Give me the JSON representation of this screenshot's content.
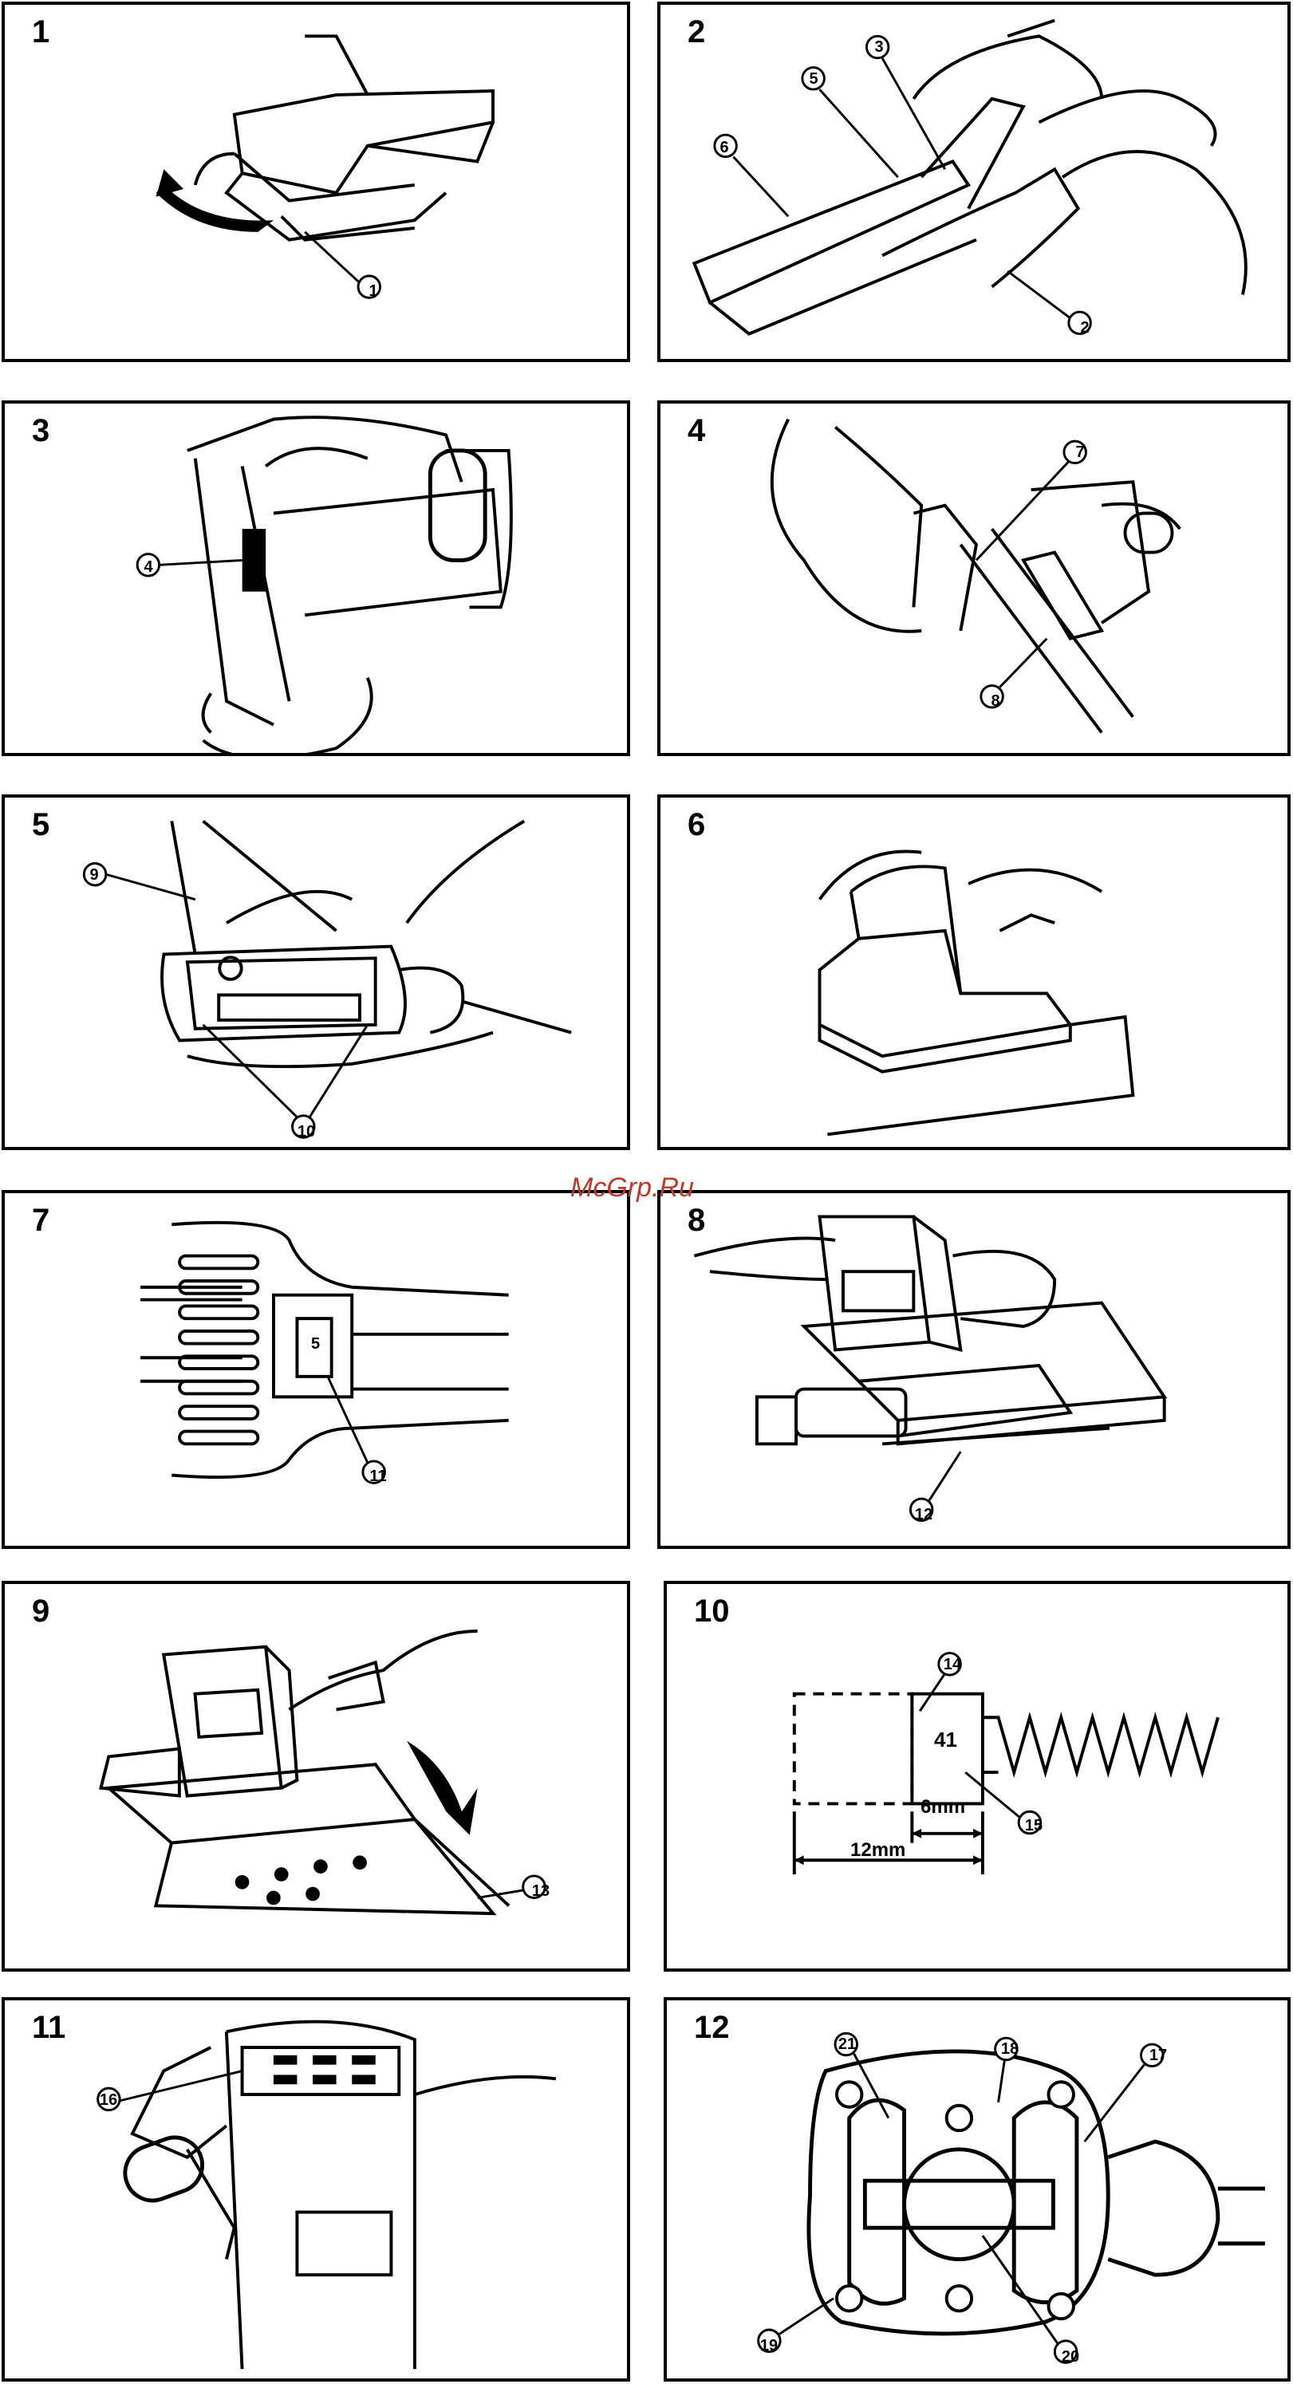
{
  "panels": [
    {
      "number": "1",
      "callouts": [
        "1"
      ]
    },
    {
      "number": "2",
      "callouts": [
        "3",
        "5",
        "6",
        "2"
      ]
    },
    {
      "number": "3",
      "callouts": [
        "4"
      ]
    },
    {
      "number": "4",
      "callouts": [
        "7",
        "8"
      ]
    },
    {
      "number": "5",
      "callouts": [
        "9",
        "10"
      ]
    },
    {
      "number": "6",
      "callouts": []
    },
    {
      "number": "7",
      "callouts": [
        "5",
        "11"
      ]
    },
    {
      "number": "8",
      "callouts": [
        "12"
      ]
    },
    {
      "number": "9",
      "callouts": [
        "13"
      ]
    },
    {
      "number": "10",
      "callouts": [
        "14",
        "15"
      ],
      "box_value": "41",
      "dim_small": "6mm",
      "dim_large": "12mm"
    },
    {
      "number": "11",
      "callouts": [
        "16"
      ]
    },
    {
      "number": "12",
      "callouts": [
        "21",
        "18",
        "17",
        "19",
        "20"
      ]
    }
  ],
  "watermark": "McGrp.Ru",
  "colors": {
    "line": "#000000",
    "watermark": "#c0392b"
  }
}
